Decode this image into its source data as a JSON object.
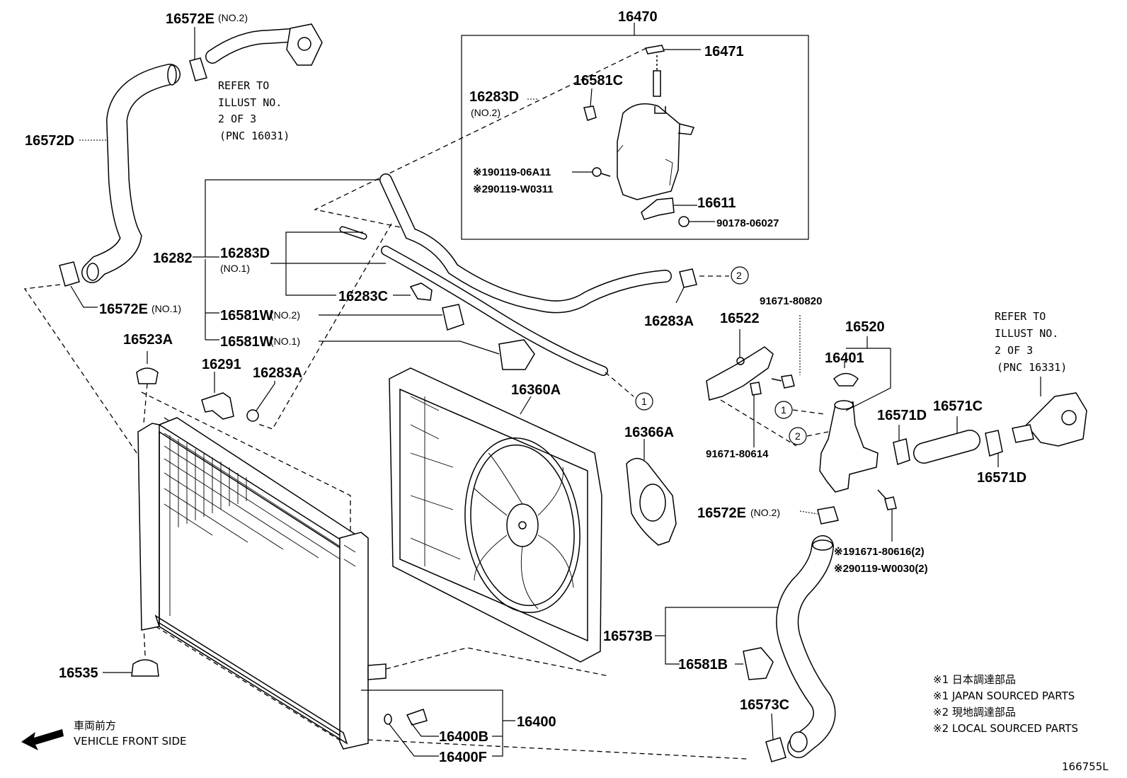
{
  "labels": {
    "p16470": "16470",
    "p16471": "16471",
    "p16283D_2": "16283D",
    "p16283D_2_sub": "(NO.2)",
    "p16581C": "16581C",
    "p90119_06A11": "※190119-06A11",
    "p90119_W0311": "※290119-W0311",
    "p16611": "16611",
    "p90178_06027": "90178-06027",
    "p16572E_top": "16572E",
    "p16572E_top_sub": "(NO.2)",
    "p16572D": "16572D",
    "p16282": "16282",
    "p16283D_1": "16283D",
    "p16283D_1_sub": "(NO.1)",
    "p16283C": "16283C",
    "p16283A_r": "16283A",
    "p16581W_2": "16581W",
    "p16581W_2_sub": "(NO.2)",
    "p16581W_1": "16581W",
    "p16581W_1_sub": "(NO.1)",
    "p16572E_1": "16572E",
    "p16572E_1_sub": "(NO.1)",
    "p16523A": "16523A",
    "p16291": "16291",
    "p16283A_l": "16283A",
    "p16360A": "16360A",
    "p16366A": "16366A",
    "p16522": "16522",
    "p91671_80820": "91671-80820",
    "p16520": "16520",
    "p16401": "16401",
    "p91671_80614": "91671-80614",
    "p16571D_a": "16571D",
    "p16571C": "16571C",
    "p16571D_b": "16571D",
    "p16572E_mid": "16572E",
    "p16572E_mid_sub": "(NO.2)",
    "p91671_80616": "※191671-80616(2)",
    "p90119_W0030": "※290119-W0030(2)",
    "p16573B": "16573B",
    "p16581B": "16581B",
    "p16573C": "16573C",
    "p16535": "16535",
    "p16400": "16400",
    "p16400B": "16400B",
    "p16400F": "16400F",
    "c1a": "1",
    "c2a": "2",
    "c1b": "1",
    "c2b": "2"
  },
  "refer_left": [
    "REFER TO",
    "ILLUST NO.",
    "2 OF 3",
    "(PNC 16031)"
  ],
  "refer_right": [
    "REFER TO",
    "ILLUST NO.",
    "2 OF 3",
    "(PNC 16331)"
  ],
  "direction": {
    "jp": "車両前方",
    "en": "VEHICLE FRONT SIDE"
  },
  "legend": [
    "※1 日本調達部品",
    "※1 JAPAN SOURCED PARTS",
    "※2 現地調達部品",
    "※2 LOCAL SOURCED PARTS"
  ],
  "diagram_code": "166755L",
  "icons": {
    "direction_arrow": "arrow-left-icon"
  }
}
